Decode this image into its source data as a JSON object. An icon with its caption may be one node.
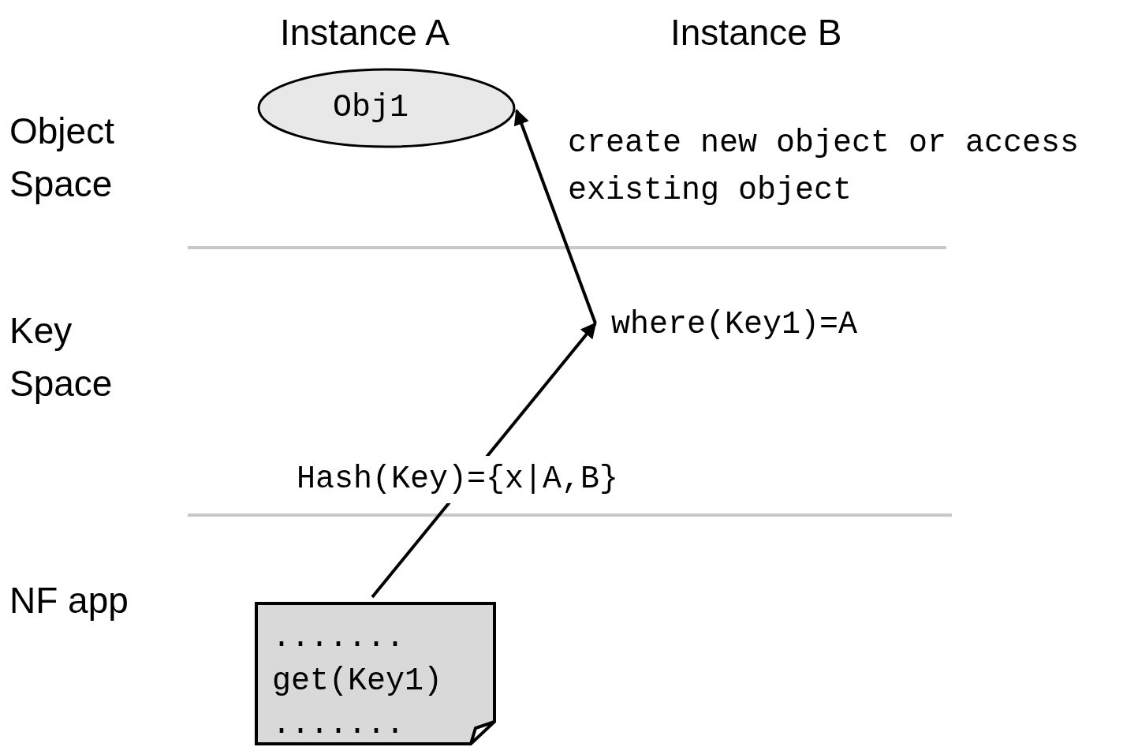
{
  "diagram": {
    "nodes": [
      {
        "text": [
          "Obj1"
        ]
      },
      {
        "text": [
          ".......",
          "get(Key1)",
          "......."
        ]
      },
      {
        "text": [
          "where(Key1)=A"
        ]
      }
    ],
    "edges": [
      {
        "from": 1,
        "to": 2,
        "arrow": "to",
        "label": "Hash(Key)={x|A,B}"
      },
      {
        "from": 2,
        "to": 0,
        "arrow": "to",
        "label": "create new object or access existing object"
      }
    ],
    "labels": [
      "Instance A",
      "Instance B",
      "Object Space",
      "Key Space",
      "NF app"
    ]
  }
}
